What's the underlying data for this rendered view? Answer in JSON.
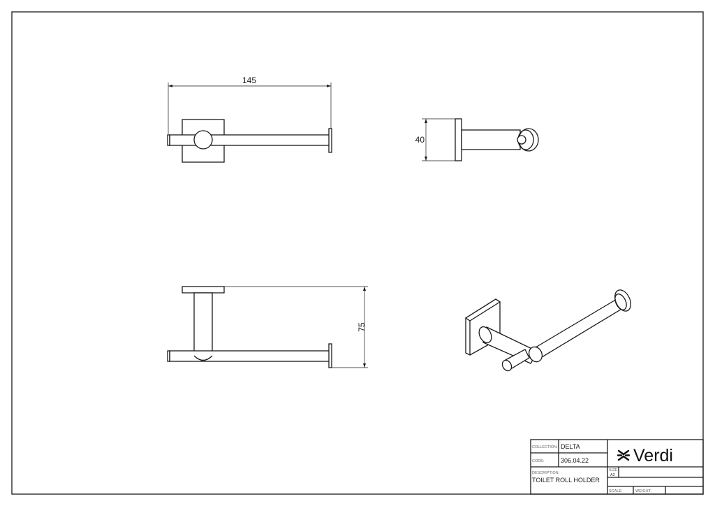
{
  "dimensions": {
    "width": "145",
    "height_side": "40",
    "depth": "75"
  },
  "title_block": {
    "collection_label": "COLLECTION:",
    "collection_value": "DELTA",
    "code_label": "CODE:",
    "code_value": "306.04.22",
    "description_label": "DESCRIPTION:",
    "description_value": "TOILET ROLL HOLDER",
    "brand": "Verdi",
    "size_label": "SIZE:",
    "size_value": "A2",
    "scale_label": "SCALE:",
    "weight_label": "WEIGHT:"
  }
}
